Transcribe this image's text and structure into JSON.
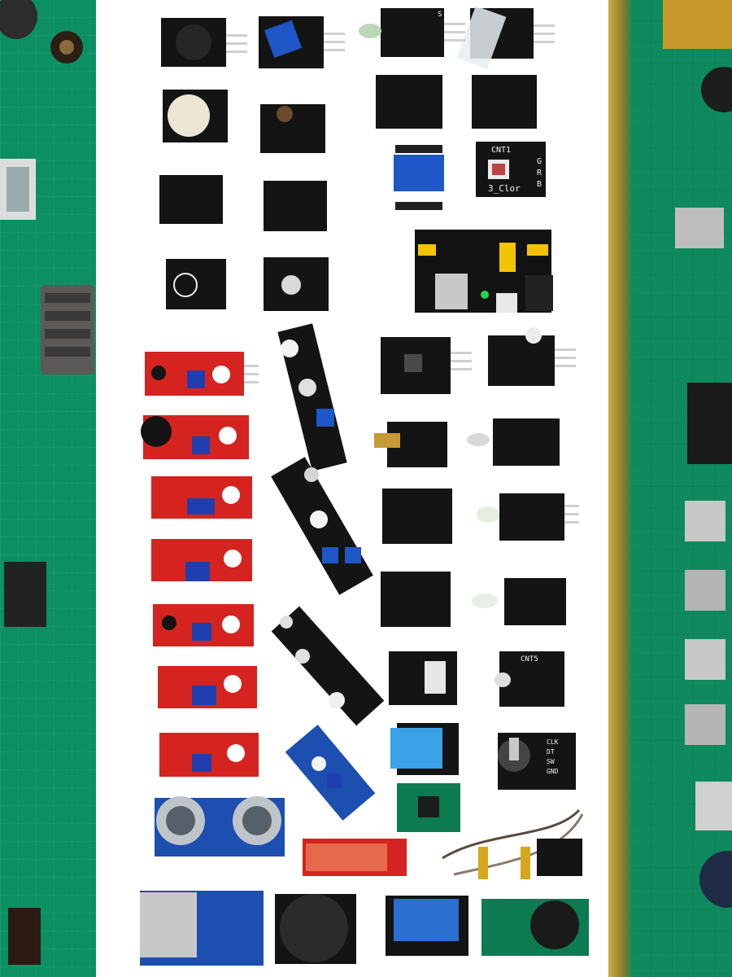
{
  "photo": {
    "labels": {
      "cnt1": "CNT1",
      "color_module": "3_Clor",
      "g": "G",
      "r": "R",
      "b": "B",
      "cnt5": "CNT5",
      "clk": "CLK",
      "dt": "DT",
      "sw": "SW",
      "gnd": "GND",
      "s": "S"
    },
    "colors": {
      "pcb_green": "#0b8f63",
      "module_black": "#141414",
      "module_red": "#d5241f",
      "module_blue": "#1c4fb0",
      "background": "#ffffff"
    }
  }
}
